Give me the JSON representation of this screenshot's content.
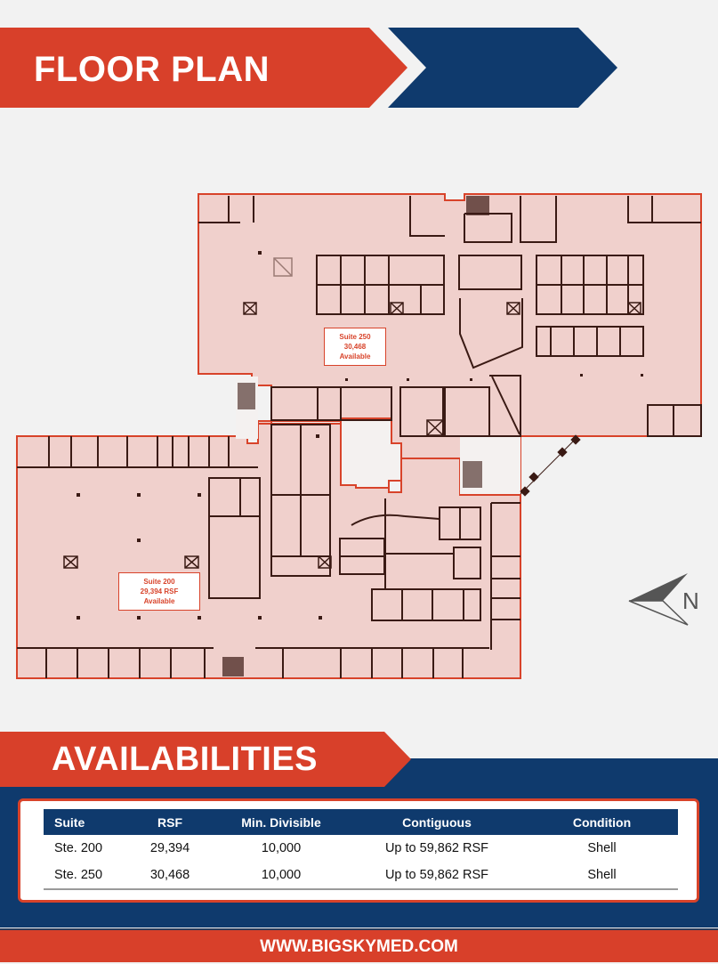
{
  "header": {
    "title": "FLOOR PLAN",
    "colors": {
      "orange": "#d8402a",
      "navy": "#0f3a6d",
      "background": "#f2f2f2"
    }
  },
  "floor_plan": {
    "suites": [
      {
        "name": "Suite 250",
        "area": "30,468",
        "status": "Available"
      },
      {
        "name": "Suite 200",
        "area": "29,394 RSF",
        "status": "Available"
      }
    ],
    "fill_color": "#f0d0cc",
    "outline_color": "#d8432a",
    "compass_label": "N"
  },
  "availabilities": {
    "title": "AVAILABILITIES",
    "columns": [
      "Suite",
      "RSF",
      "Min. Divisible",
      "Contiguous",
      "Condition"
    ],
    "rows": [
      {
        "suite": "Ste. 200",
        "rsf": "29,394",
        "min_divisible": "10,000",
        "contiguous": "Up to 59,862 RSF",
        "condition": "Shell"
      },
      {
        "suite": "Ste. 250",
        "rsf": "30,468",
        "min_divisible": "10,000",
        "contiguous": "Up to 59,862 RSF",
        "condition": "Shell"
      }
    ]
  },
  "footer": {
    "url": "WWW.BIGSKYMED.COM"
  }
}
